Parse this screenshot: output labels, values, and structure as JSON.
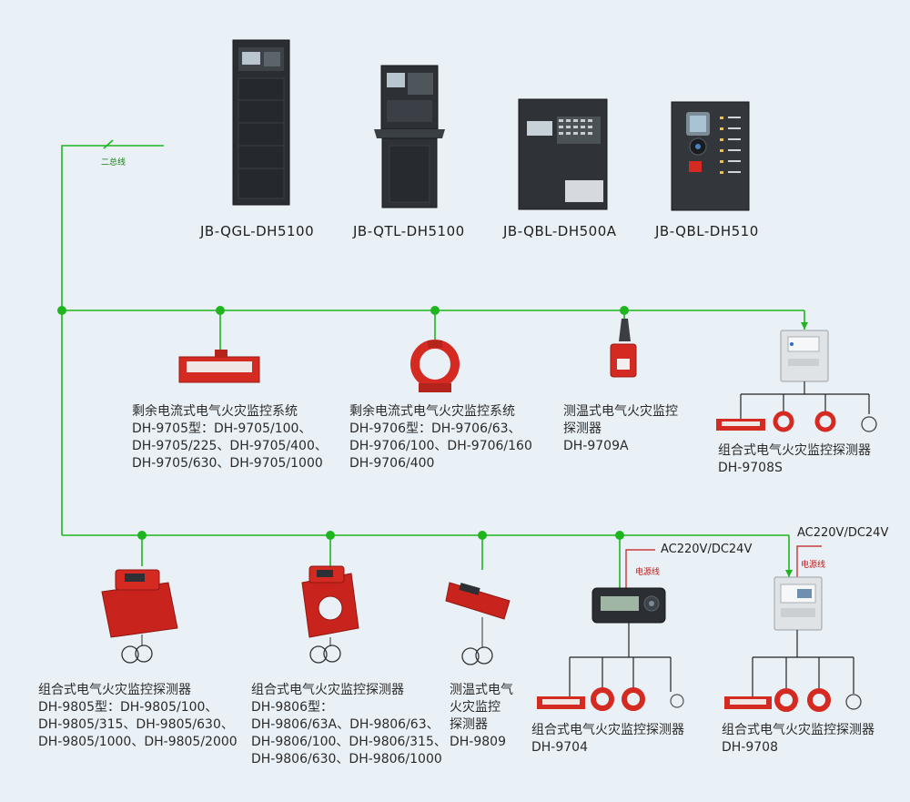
{
  "bus_label": "二总线",
  "controllers": [
    {
      "name": "JB-QGL-DH5100"
    },
    {
      "name": "JB-QTL-DH5100"
    },
    {
      "name": "JB-QBL-DH500A"
    },
    {
      "name": "JB-QBL-DH510"
    }
  ],
  "row1": [
    {
      "title": "剩余电流式电气火灾监控系统",
      "lines": [
        "DH-9705型：DH-9705/100、",
        "DH-9705/225、DH-9705/400、",
        "DH-9705/630、DH-9705/1000"
      ]
    },
    {
      "title": "剩余电流式电气火灾监控系统",
      "lines": [
        "DH-9706型：DH-9706/63、",
        "DH-9706/100、DH-9706/160",
        "DH-9706/400"
      ]
    },
    {
      "title": "测温式电气火灾监控",
      "lines": [
        "探测器",
        "DH-9709A"
      ]
    },
    {
      "title": "组合式电气火灾监控探测器",
      "lines": [
        "DH-9708S"
      ]
    }
  ],
  "row2": [
    {
      "title": "组合式电气火灾监控探测器",
      "lines": [
        "DH-9805型：DH-9805/100、",
        "DH-9805/315、DH-9805/630、",
        "DH-9805/1000、DH-9805/2000"
      ]
    },
    {
      "title": "组合式电气火灾监控探测器",
      "lines": [
        "DH-9806型：",
        "DH-9806/63A、DH-9806/63、",
        "DH-9806/100、DH-9806/315、",
        "DH-9806/630、DH-9806/1000"
      ]
    },
    {
      "title": "测温式电气",
      "lines": [
        "火灾监控",
        "探测器",
        "DH-9809"
      ]
    },
    {
      "title": "组合式电气火灾监控探测器",
      "lines": [
        "DH-9704"
      ]
    },
    {
      "title": "组合式电气火灾监控探测器",
      "lines": [
        "DH-9708"
      ]
    }
  ],
  "power": {
    "voltage": "AC220V/DC24V",
    "line": "电源线"
  },
  "colors": {
    "wire": "#1fb51f",
    "device_red": "#d42a22",
    "panel_dark": "#2b2f33",
    "panel_gray": "#dfe3e6"
  }
}
